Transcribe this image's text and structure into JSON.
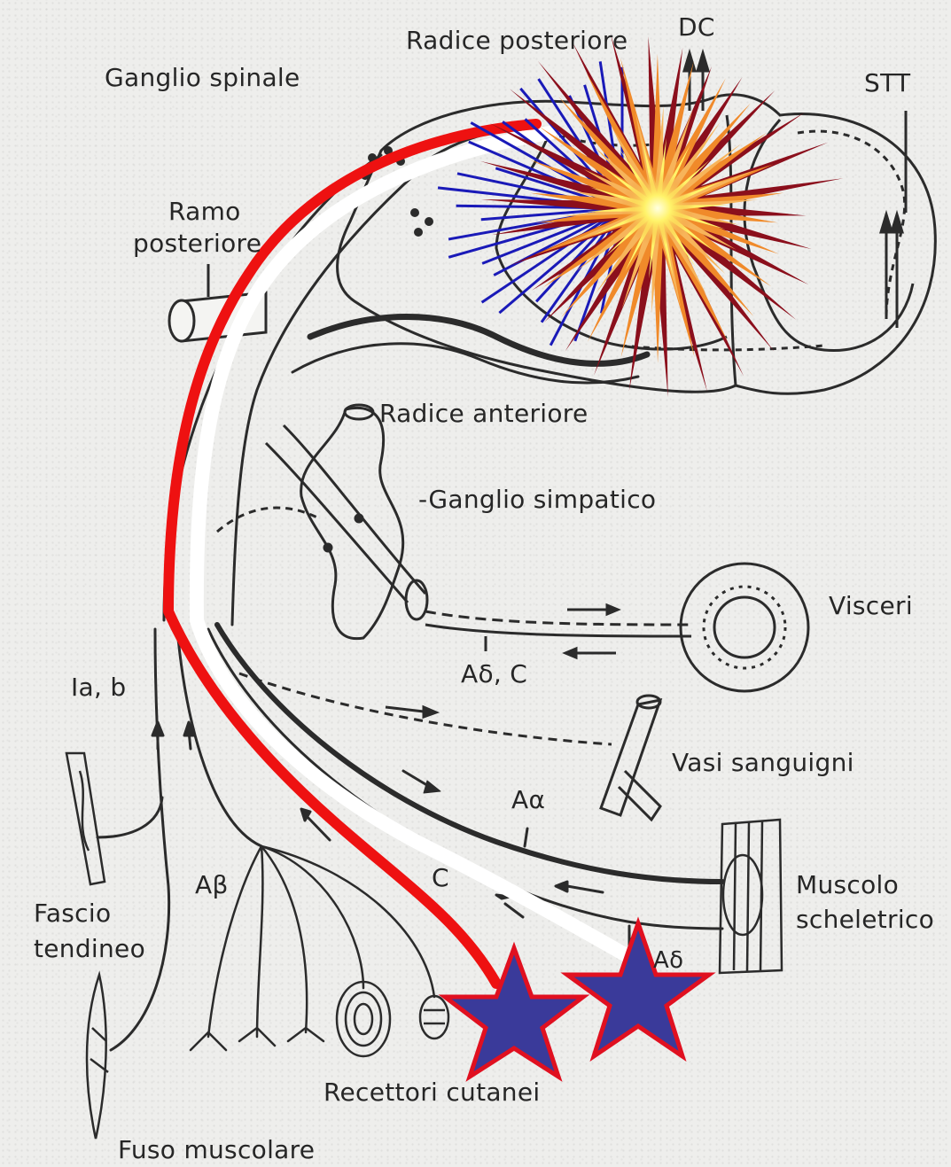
{
  "labels": {
    "dc": "DC",
    "radice_posteriore": "Radice posteriore",
    "stt": "STT",
    "ganglio_spinale": "Ganglio spinale",
    "ramo": "Ramo",
    "posteriore": "posteriore",
    "radice_anteriore": "Radice anteriore",
    "ganglio_simpatico": "-Ganglio simpatico",
    "visceri": "Visceri",
    "a_delta_c": "Aδ, C",
    "ia_b": "Ia, b",
    "vasi_sanguigni": "Vasi sanguigni",
    "a_alpha": "Aα",
    "a_beta": "Aβ",
    "c": "C",
    "a_delta": "Aδ",
    "muscolo": "Muscolo",
    "scheletrico": "scheletrico",
    "fascio": "Fascio",
    "tendineo": "tendineo",
    "recettori_cutanei": "Recettori cutanei",
    "fuso_muscolare": "Fuso muscolare"
  },
  "colors": {
    "line": "#2b2b2b",
    "pain_path": "#ee1111",
    "white_path": "#ffffff",
    "star_fill": "#3a3a9a",
    "star_stroke": "#e01020",
    "burst_dark": "#8b0f1c",
    "burst_orange": "#f08a2a",
    "burst_yellow": "#fff36a",
    "burst_blue": "#1a1ab8"
  }
}
